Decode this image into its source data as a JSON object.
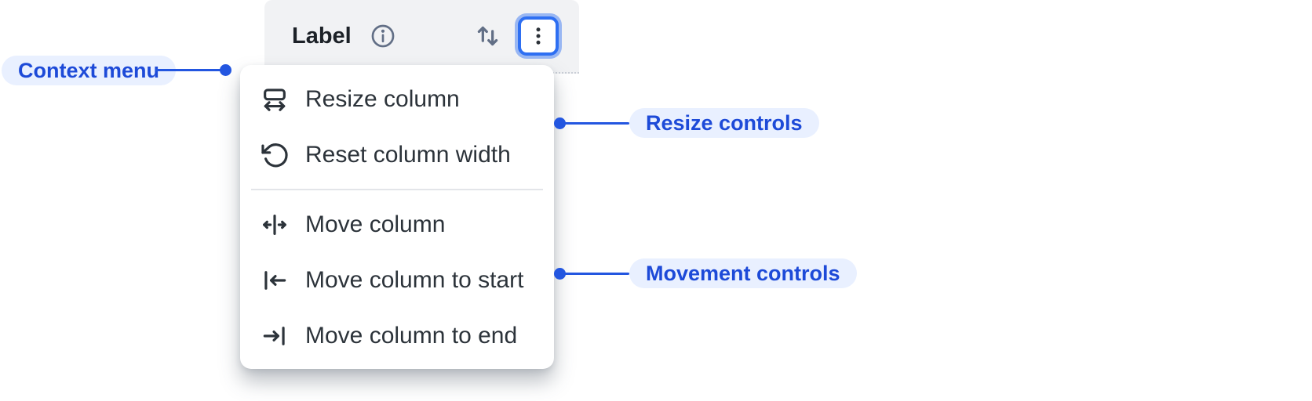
{
  "column_header": {
    "label": "Label",
    "info_icon": "info-icon",
    "sort_icon": "sort-arrows-icon",
    "more_button_icon": "kebab-menu-icon",
    "more_button_state": "focused"
  },
  "context_menu": {
    "items": [
      {
        "id": "resize-column",
        "label": "Resize column",
        "icon": "resize-column-icon",
        "group": "resize"
      },
      {
        "id": "reset-column-width",
        "label": "Reset column width",
        "icon": "rotate-ccw-icon",
        "group": "resize"
      },
      {
        "id": "move-column",
        "label": "Move column",
        "icon": "move-horizontal-icon",
        "group": "movement"
      },
      {
        "id": "move-column-to-start",
        "label": "Move column to start",
        "icon": "move-to-start-icon",
        "group": "movement"
      },
      {
        "id": "move-column-to-end",
        "label": "Move column to end",
        "icon": "move-to-end-icon",
        "group": "movement"
      }
    ],
    "divider_after_index": 1
  },
  "annotations": {
    "context_menu": {
      "label": "Context menu",
      "side": "left"
    },
    "resize_controls": {
      "label": "Resize controls",
      "side": "right"
    },
    "movement_controls": {
      "label": "Movement controls",
      "side": "right"
    }
  },
  "colors": {
    "header_bg": "#f1f2f4",
    "header_text": "#1c2127",
    "subtle_icon": "#626f86",
    "menu_text": "#2c333a",
    "divider": "#e3e5e9",
    "focus_ring": "#2e6ff2",
    "annotation_text": "#1d4ad8",
    "annotation_bg": "#e9f0ff",
    "annotation_line": "#2356e0",
    "background": "#ffffff"
  }
}
